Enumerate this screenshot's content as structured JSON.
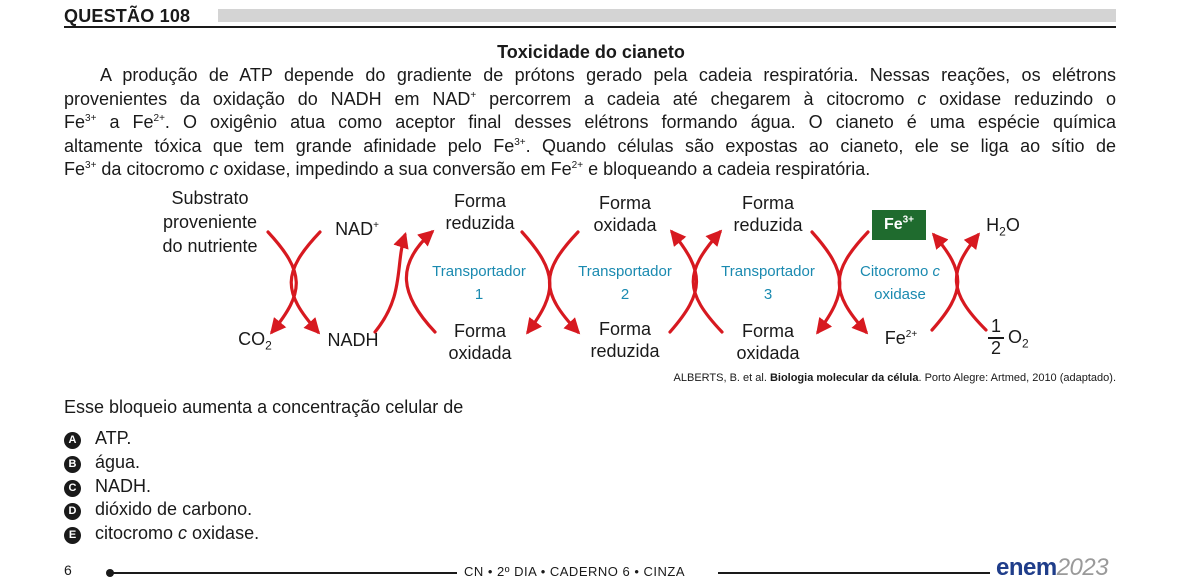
{
  "header": {
    "question_label": "QUESTÃO 108"
  },
  "title": "Toxicidade do cianeto",
  "paragraph": {
    "l1": "A produção de ATP depende do gradiente de prótons gerado pela cadeia respiratória. Nessas reações, os elétrons",
    "l2a": "provenientes da oxidação do NADH em NAD",
    "l2b": " percorrem a cadeia até chegarem à citocromo ",
    "l2c": "c",
    "l2d": " oxidase reduzindo o",
    "l3a": "Fe",
    "l3b": " a Fe",
    "l3c": ". O oxigênio atua como aceptor final desses elétrons formando água. O cianeto é uma espécie química",
    "l4a": "altamente tóxica que tem grande afinidade pelo Fe",
    "l4b": ". Quando células são expostas ao cianeto, ele se liga ao sítio de",
    "l5a": "Fe",
    "l5b": " da citocromo ",
    "l5c": "c",
    "l5d": " oxidase, impedindo a sua conversão em Fe",
    "l5e": " e bloqueando a cadeia respiratória.",
    "sup_plus": "+",
    "sup_3plus": "3+",
    "sup_2plus": "2+"
  },
  "diagram": {
    "substrato": [
      "Substrato",
      "proveniente",
      "do nutriente"
    ],
    "co2": "CO",
    "co2_sub": "2",
    "nad": "NAD",
    "nad_sup": "+",
    "nadh": "NADH",
    "t1_top": [
      "Forma",
      "reduzida"
    ],
    "t1_bottom": [
      "Forma",
      "oxidada"
    ],
    "t2_top": [
      "Forma",
      "oxidada"
    ],
    "t2_bottom": [
      "Forma",
      "reduzida"
    ],
    "t3_top": [
      "Forma",
      "reduzida"
    ],
    "t3_bottom": [
      "Forma",
      "oxidada"
    ],
    "transp1": [
      "Transportador",
      "1"
    ],
    "transp2": [
      "Transportador",
      "2"
    ],
    "transp3": [
      "Transportador",
      "3"
    ],
    "citocromo": [
      "Citocromo ",
      "c",
      "oxidase"
    ],
    "fe3": "Fe",
    "fe3_sup": "3+",
    "fe2": "Fe",
    "fe2_sup": "2+",
    "h2o_h": "H",
    "h2o_sub": "2",
    "h2o_o": "O",
    "half_num": "1",
    "half_den": "2",
    "o2": "O",
    "o2_sub": "2",
    "colors": {
      "arrow": "#d71920",
      "blue_label": "#1a8ab0",
      "fe_box": "#1f6b2e"
    }
  },
  "source": {
    "authors": "ALBERTS, B. et al. ",
    "book": "Biologia molecular da célula",
    "rest": ". Porto Alegre: Artmed, 2010 (adaptado)."
  },
  "question": "Esse bloqueio aumenta a concentração celular de",
  "options": [
    {
      "letter": "A",
      "parts": [
        "ATP."
      ]
    },
    {
      "letter": "B",
      "parts": [
        "água."
      ]
    },
    {
      "letter": "C",
      "parts": [
        "NADH."
      ]
    },
    {
      "letter": "D",
      "parts": [
        "dióxido de carbono."
      ]
    },
    {
      "letter": "E",
      "parts": [
        "citocromo ",
        "c",
        " oxidase."
      ]
    }
  ],
  "footer": {
    "page": "6",
    "center": "CN • 2º DIA • CADERNO 6 • CINZA",
    "brand": "enem",
    "year": "2023"
  }
}
